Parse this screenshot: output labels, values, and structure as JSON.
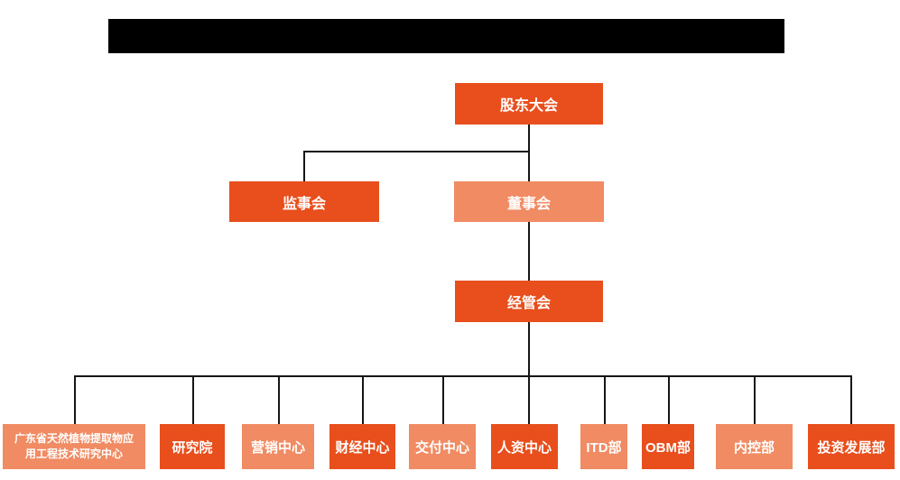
{
  "colors": {
    "primary": "#e84f1d",
    "secondary": "#f08b63",
    "line": "#161616",
    "redacted": "#000000"
  },
  "org_chart": {
    "title_bar": {
      "state": "redacted"
    },
    "nodes": {
      "shareholders": {
        "label": "股东大会",
        "variant": "primary"
      },
      "supervisory": {
        "label": "监事会",
        "variant": "primary"
      },
      "board": {
        "label": "董事会",
        "variant": "secondary"
      },
      "management": {
        "label": "经管会",
        "variant": "primary"
      }
    },
    "departments": [
      {
        "label": "广东省天然植物提取物应用工程技术研究中心",
        "variant": "secondary"
      },
      {
        "label": "研究院",
        "variant": "primary"
      },
      {
        "label": "营销中心",
        "variant": "secondary"
      },
      {
        "label": "财经中心",
        "variant": "primary"
      },
      {
        "label": "交付中心",
        "variant": "secondary"
      },
      {
        "label": "人资中心",
        "variant": "primary"
      },
      {
        "label": "ITD部",
        "variant": "secondary"
      },
      {
        "label": "OBM部",
        "variant": "primary"
      },
      {
        "label": "内控部",
        "variant": "secondary"
      },
      {
        "label": "投资发展部",
        "variant": "primary"
      }
    ]
  }
}
